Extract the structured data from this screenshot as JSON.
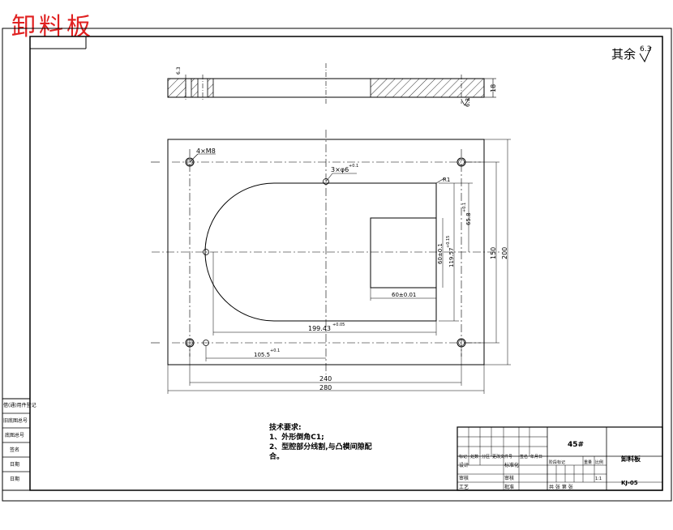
{
  "drawing_title": "卸料板",
  "surface_note": {
    "prefix": "其余",
    "value": "6.3"
  },
  "side_view": {
    "thickness_label": "18",
    "roughness": "6.3",
    "left_roughness": "6.3"
  },
  "top_view": {
    "holes_label": "4×M8",
    "pins_label": "3×φ6",
    "pins_tol": "+0.1",
    "radius_label": "R1",
    "dim_65": "65.8",
    "dim_65_tol": "+0.1",
    "dim_60_vert": "60±0.1",
    "dim_119": "119.57",
    "dim_119_tol": "+0.15",
    "dim_150": "150",
    "dim_200": "200",
    "dim_60_horiz": "60±0.01",
    "dim_199": "199.43",
    "dim_199_tol": "+0.05",
    "dim_105": "105.5",
    "dim_105_tol": "+0.1",
    "dim_240": "240",
    "dim_280": "280"
  },
  "tech_requirements": {
    "heading": "技术要求:",
    "item1": "1、外形倒角C1;",
    "item2": "2、型腔部分线割,与凸模间隙配",
    "item2b": "合。"
  },
  "left_strip": [
    "借(通)用件登记",
    "旧底图总号",
    "底图总号",
    "签名",
    "日期",
    "日期"
  ],
  "title_block": {
    "material": "45#",
    "part_name": "卸料板",
    "drawing_no": "KJ-05",
    "row_labels": [
      "标记",
      "处数",
      "分区",
      "更改文件号",
      "签名",
      "年月日"
    ],
    "design": "设计",
    "standardize": "标准化",
    "review": "审核",
    "process": "工艺",
    "check": "审核",
    "approve": "批准",
    "stage_mark": "阶段标记",
    "weight": "重量",
    "scale": "比例",
    "scale_value": "1:1",
    "sheets": "共  张  第  张"
  }
}
